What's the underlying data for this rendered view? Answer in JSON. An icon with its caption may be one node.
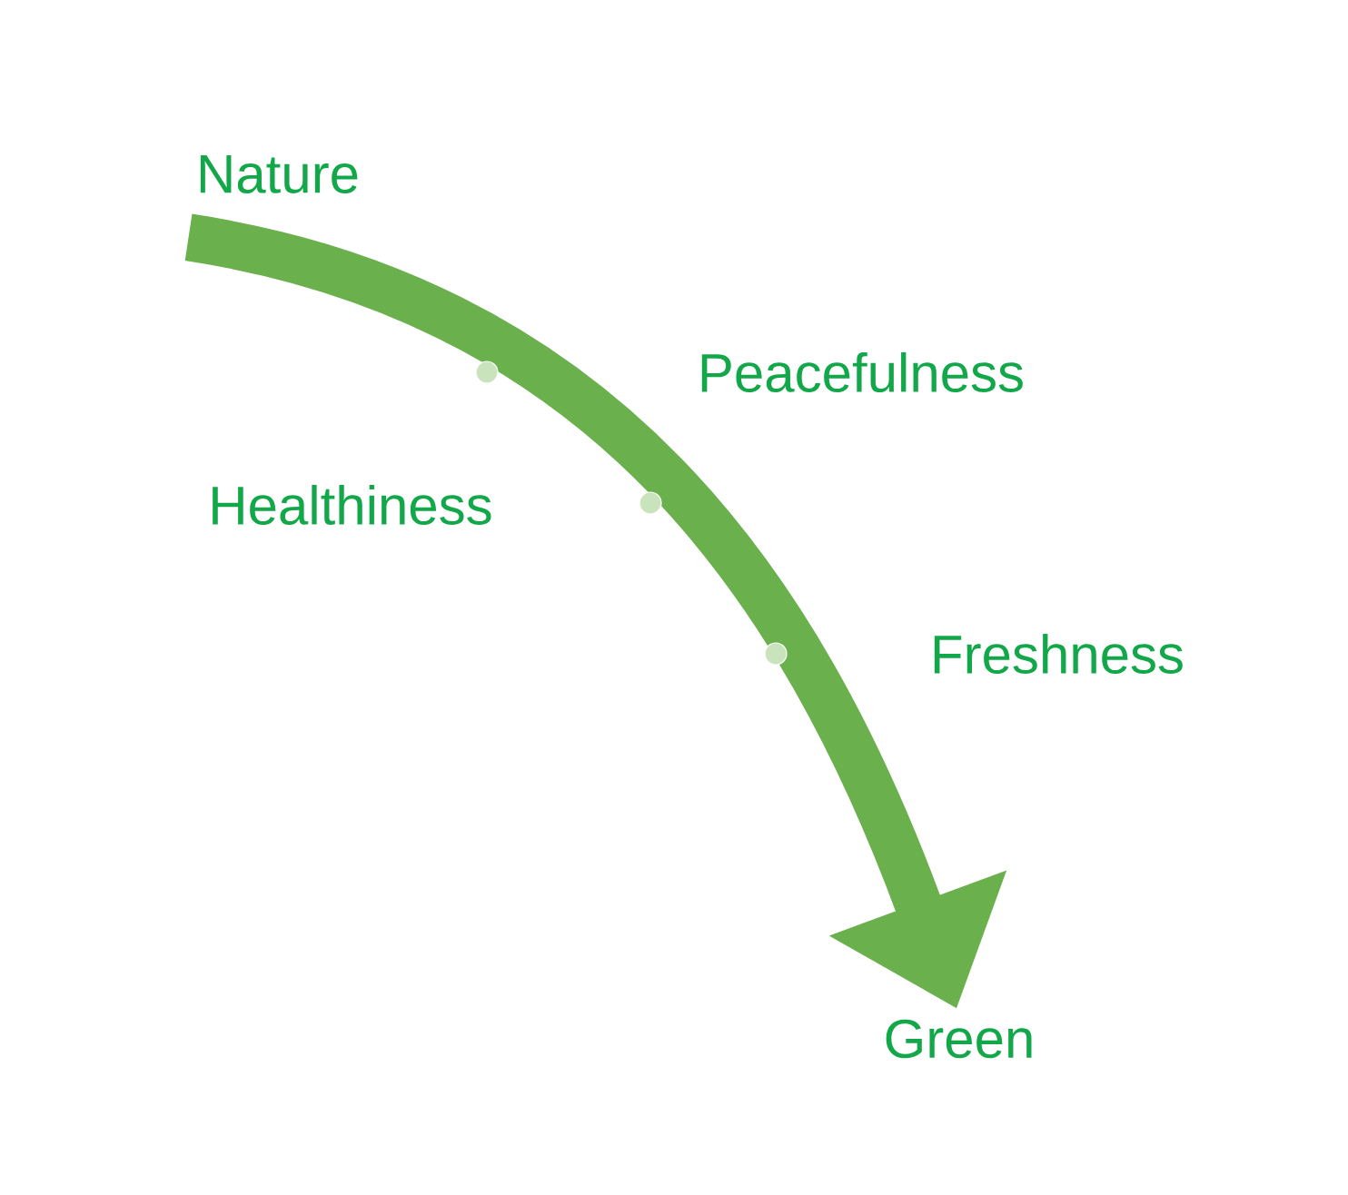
{
  "diagram": {
    "nodes": [
      {
        "text": [
          "Nature"
        ]
      },
      {
        "text": [
          "Green"
        ]
      }
    ],
    "edges": [
      {
        "from": 0,
        "to": 1,
        "arrow": "to"
      }
    ],
    "labels": [
      "Peacefulness",
      "Healthiness",
      "Freshness"
    ]
  }
}
